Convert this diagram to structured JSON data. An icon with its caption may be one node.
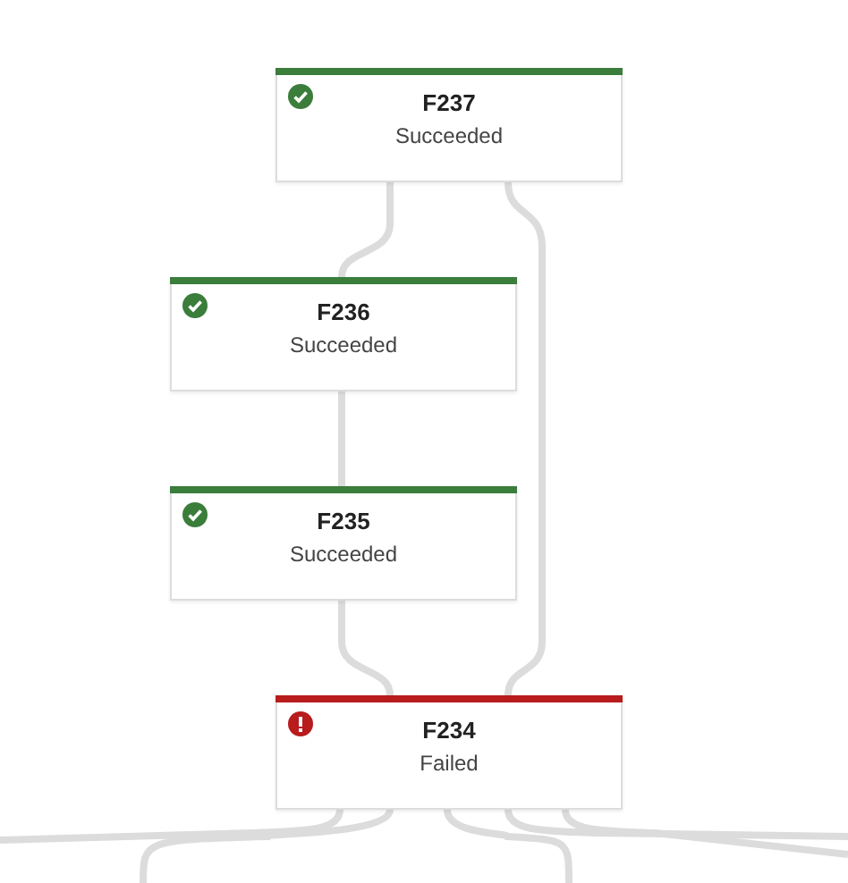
{
  "diagram": {
    "nodes": [
      {
        "text": [
          "F237",
          "Succeeded"
        ]
      },
      {
        "text": [
          "F236",
          "Succeeded"
        ]
      },
      {
        "text": [
          "F235",
          "Succeeded"
        ]
      },
      {
        "text": [
          "F234",
          "Failed"
        ]
      }
    ],
    "edges": [
      {
        "from": 0,
        "to": 1,
        "arrow": "none"
      },
      {
        "from": 0,
        "to": 3,
        "arrow": "none"
      },
      {
        "from": 1,
        "to": 2,
        "arrow": "none"
      },
      {
        "from": 2,
        "to": 3,
        "arrow": "none"
      },
      {
        "from": 3,
        "to": null,
        "arrow": "none"
      },
      {
        "from": 3,
        "to": null,
        "arrow": "none"
      },
      {
        "from": 3,
        "to": null,
        "arrow": "none"
      },
      {
        "from": 3,
        "to": null,
        "arrow": "none"
      },
      {
        "from": 3,
        "to": null,
        "arrow": "none"
      }
    ]
  }
}
